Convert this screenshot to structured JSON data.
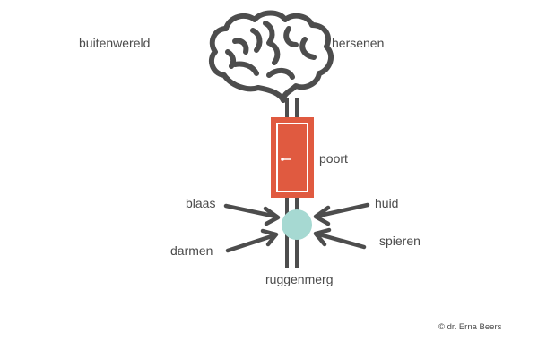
{
  "labels": {
    "outside_world": "buitenwereld",
    "brain": "hersenen",
    "gate": "poort",
    "bladder": "blaas",
    "skin": "huid",
    "intestines": "darmen",
    "muscles": "spieren",
    "spinal_cord": "ruggenmerg"
  },
  "copyright": "© dr. Erna Beers",
  "colors": {
    "stroke": "#4d4d4d",
    "gate": "#e05a40",
    "node": "#a6d9d2",
    "text": "#4a4a4a",
    "background": "#ffffff"
  },
  "icons": {
    "brain": "brain-icon",
    "gate": "door-icon"
  }
}
